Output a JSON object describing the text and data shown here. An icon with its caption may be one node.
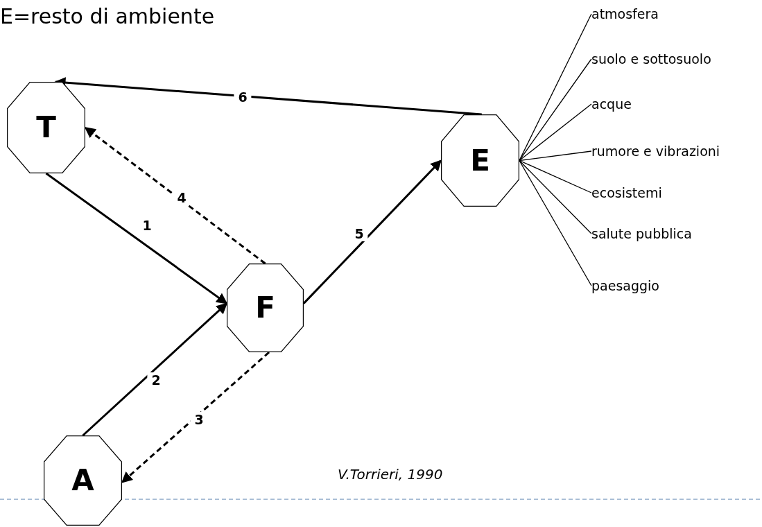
{
  "diagram": {
    "title": "E=resto di ambiente",
    "nodes": [
      {
        "text": [
          "T"
        ]
      },
      {
        "text": [
          "F"
        ]
      },
      {
        "text": [
          "A"
        ]
      },
      {
        "text": [
          "E"
        ]
      },
      {
        "text": [
          "atmosfera"
        ]
      },
      {
        "text": [
          "suolo e sottosuolo"
        ]
      },
      {
        "text": [
          "acque"
        ]
      },
      {
        "text": [
          "rumore e vibrazioni"
        ]
      },
      {
        "text": [
          "ecosistemi"
        ]
      },
      {
        "text": [
          "salute pubblica"
        ]
      },
      {
        "text": [
          "paesaggio"
        ]
      }
    ],
    "edges": [
      {
        "from": 0,
        "to": 1,
        "arrow": "to",
        "label": "1",
        "style": "thick"
      },
      {
        "from": 2,
        "to": 1,
        "arrow": "to",
        "label": "2",
        "style": "thick"
      },
      {
        "from": 1,
        "to": 2,
        "arrow": "to",
        "label": "3",
        "style": "dashed"
      },
      {
        "from": 1,
        "to": 0,
        "arrow": "to",
        "label": "4",
        "style": "dashed"
      },
      {
        "from": 1,
        "to": 3,
        "arrow": "to",
        "label": "5",
        "style": "thick"
      },
      {
        "from": 3,
        "to": 0,
        "arrow": "to",
        "label": "6",
        "style": "thick"
      },
      {
        "from": 3,
        "to": 4,
        "arrow": "none"
      },
      {
        "from": 3,
        "to": 5,
        "arrow": "none"
      },
      {
        "from": 3,
        "to": 6,
        "arrow": "none"
      },
      {
        "from": 3,
        "to": 7,
        "arrow": "none"
      },
      {
        "from": 3,
        "to": 8,
        "arrow": "none"
      },
      {
        "from": 3,
        "to": 9,
        "arrow": "none"
      },
      {
        "from": 3,
        "to": 10,
        "arrow": "none"
      }
    ],
    "labels": [
      "V.Torrieri, 1990"
    ]
  }
}
